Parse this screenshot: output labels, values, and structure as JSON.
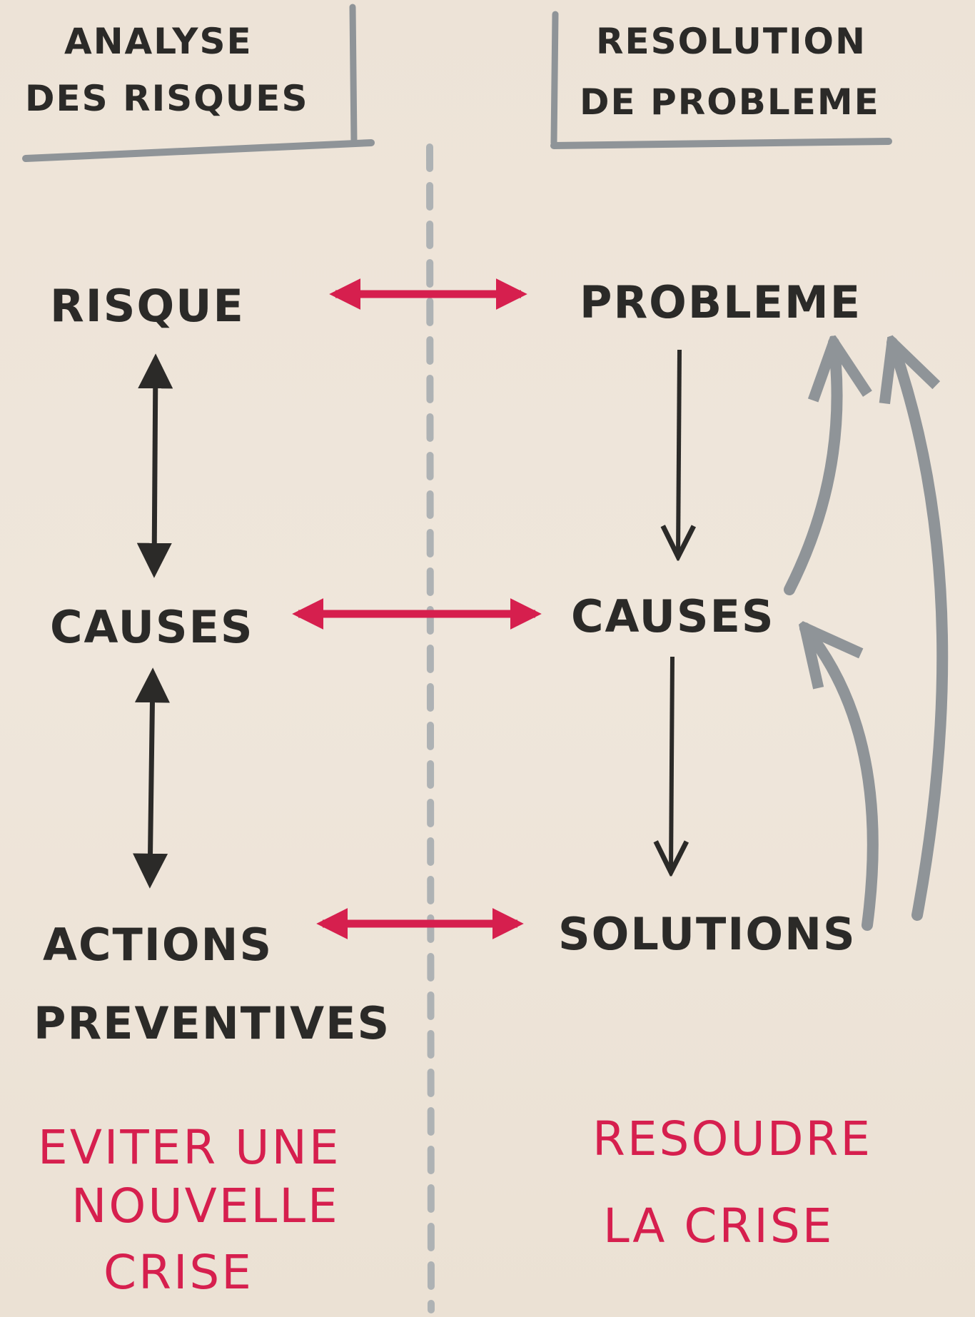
{
  "headers": {
    "left": [
      "ANALYSE",
      "DES RISQUES"
    ],
    "right": [
      "RESOLUTION",
      "DE PROBLEME"
    ]
  },
  "left_column": {
    "risk": "RISQUE",
    "causes": "CAUSES",
    "actions": [
      "ACTIONS",
      "PREVENTIVES"
    ],
    "goal": [
      "EVITER UNE",
      "NOUVELLE",
      "CRISE"
    ]
  },
  "right_column": {
    "problem": "PROBLEME",
    "causes": "CAUSES",
    "solutions": "SOLUTIONS",
    "goal": [
      "RESOUDRE",
      "LA CRISE"
    ]
  },
  "colors": {
    "ink": "#2b2a28",
    "accent_red": "#d61f4e",
    "grey": "#8f9498",
    "paper": "#ede4d8"
  }
}
